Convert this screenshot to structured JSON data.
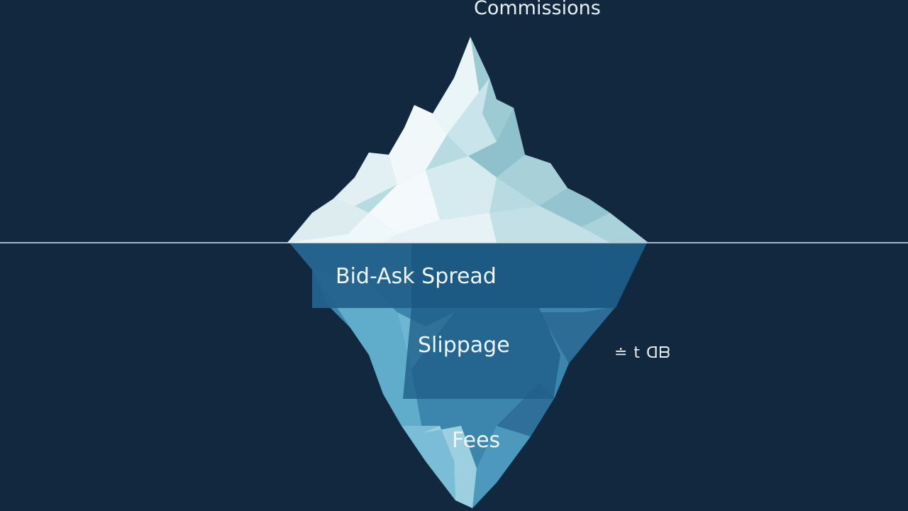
{
  "diagram": {
    "top_label": "Commissions",
    "layers": [
      {
        "label": "Bid-Ask Spread"
      },
      {
        "label": "Slippage"
      },
      {
        "label": "Fees"
      }
    ],
    "side_mark": "≐ t ᗡᗷ"
  },
  "colors": {
    "background": "#11283f",
    "waterline": "#9fb6c8",
    "ice_light": "#e8f3f6",
    "ice_mid": "#b4d8df",
    "ice_shadow": "#8fc1cc",
    "underwater_band": "#1d5a82",
    "underwater_light": "#5aa6c6"
  }
}
